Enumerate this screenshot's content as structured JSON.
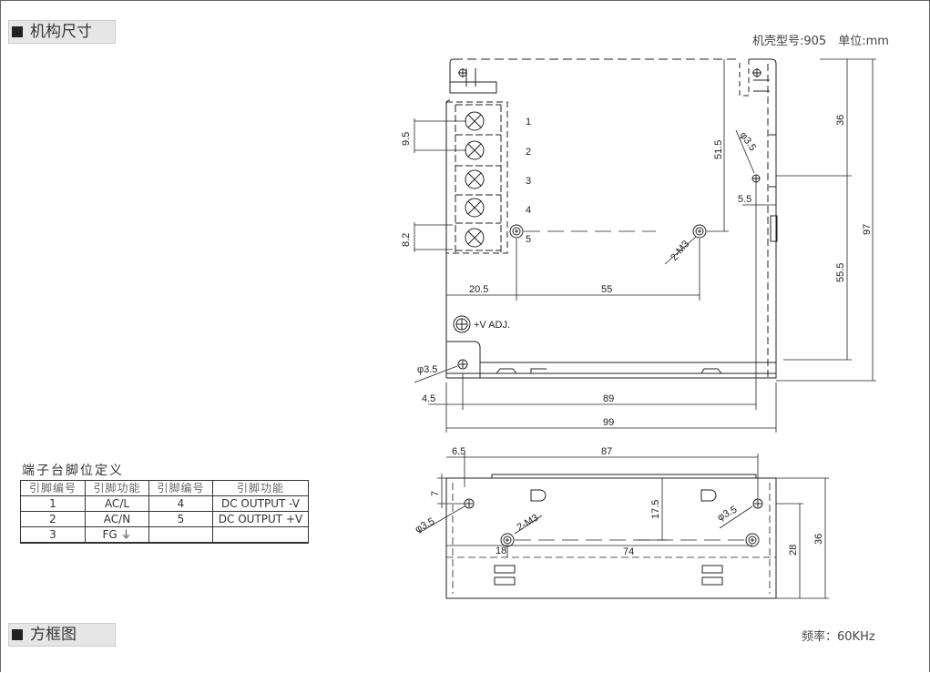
{
  "sections": {
    "mechanical": "机构尺寸",
    "block_diagram": "方框图"
  },
  "case_info": "机壳型号:905　单位:mm",
  "frequency": "频率：60KHz",
  "pin_table": {
    "title": "端子台脚位定义",
    "headers": [
      "引脚编号",
      "引脚功能",
      "引脚编号",
      "引脚功能"
    ],
    "rows": [
      [
        "1",
        "AC/L",
        "4",
        "DC OUTPUT -V"
      ],
      [
        "2",
        "AC/N",
        "5",
        "DC OUTPUT +V"
      ],
      [
        "3",
        "FG ⏚",
        "",
        ""
      ]
    ]
  },
  "top_view": {
    "terminal_numbers": [
      "1",
      "2",
      "3",
      "4",
      "5"
    ],
    "dims": {
      "pitch": "9.5",
      "terminal_w": "8.2",
      "d205": "20.5",
      "d55": "55",
      "d515": "51.5",
      "hole_right": "φ3.5",
      "hole_left": "φ3.5",
      "screw": "2-M3",
      "d55_5": "5.5",
      "d36": "36",
      "d555": "55.5",
      "d97": "97",
      "d45": "4.5",
      "d89": "89",
      "d99": "99"
    },
    "adj_label": "+V ADJ."
  },
  "side_view": {
    "dims": {
      "d65": "6.5",
      "d87": "87",
      "d7": "7",
      "hole_left": "φ3.5",
      "screw": "2-M3",
      "d175": "17.5",
      "hole_right": "φ3.5",
      "d18": "18",
      "d74": "74",
      "d28": "28",
      "d36": "36"
    }
  }
}
